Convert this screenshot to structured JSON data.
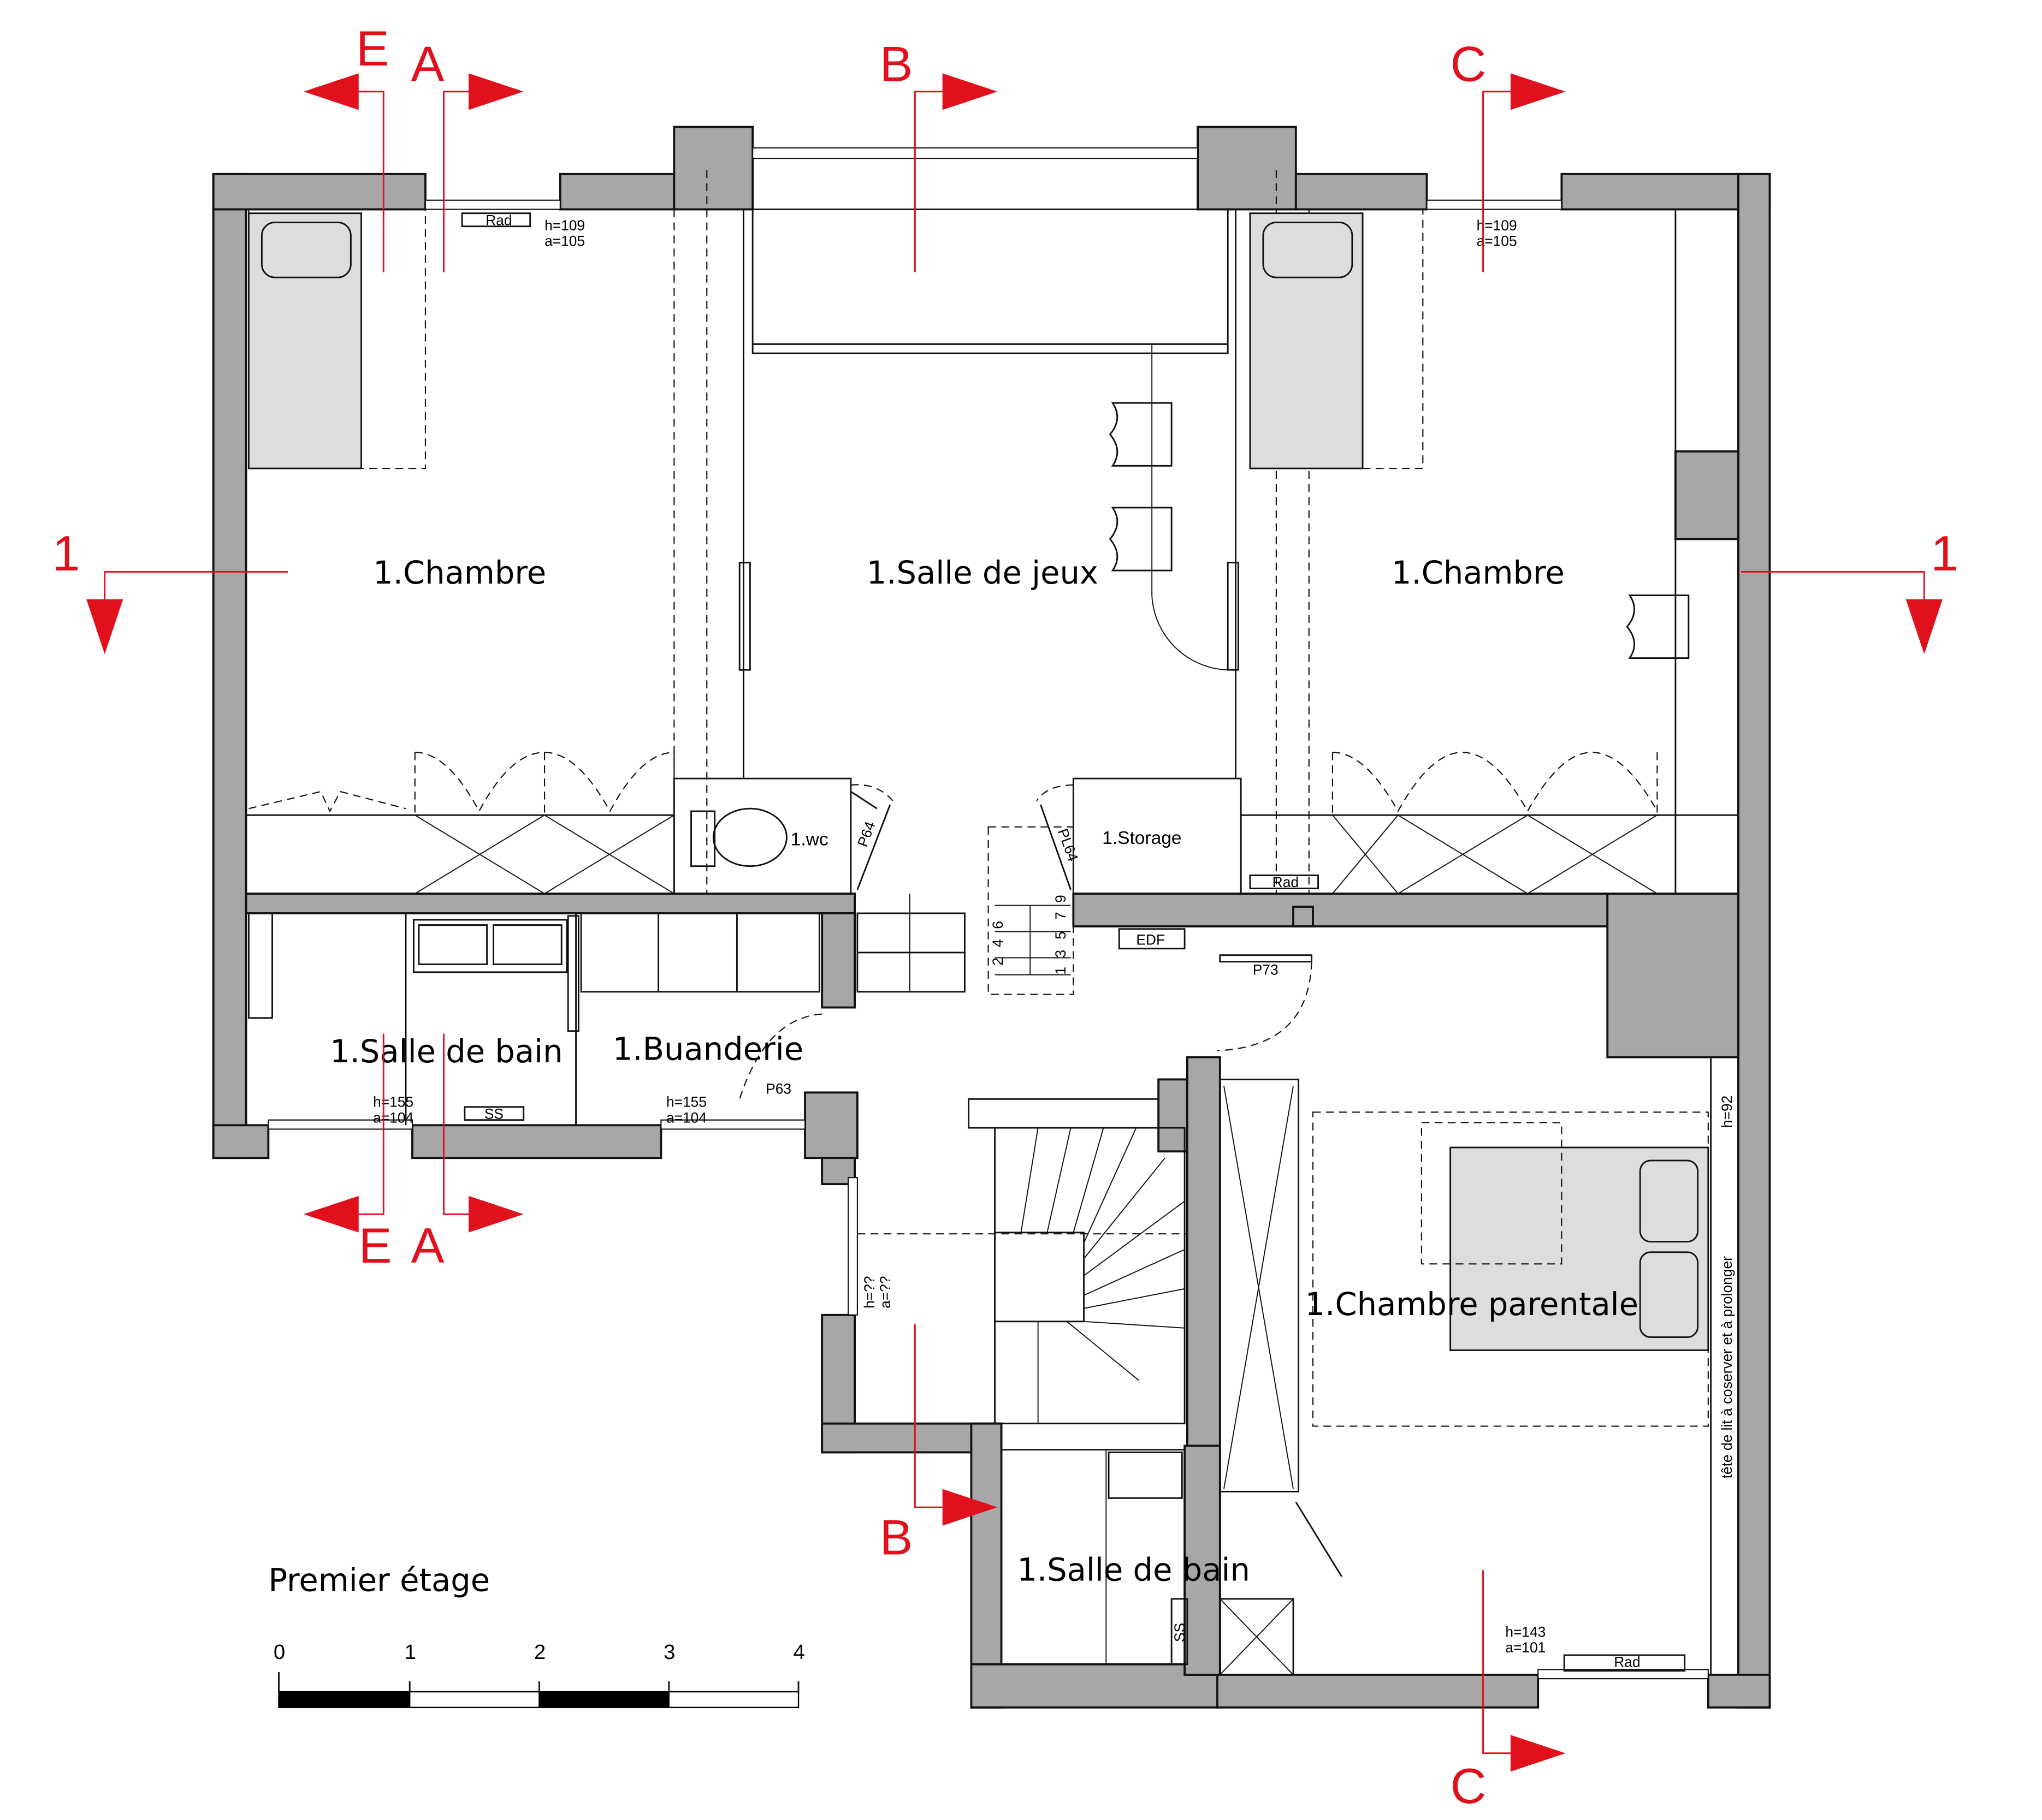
{
  "plan": {
    "title": "Premier étage",
    "rooms": {
      "chambre_left": "1.Chambre",
      "salle_de_jeux": "1.Salle de jeux",
      "chambre_right": "1.Chambre",
      "wc": "1.wc",
      "storage": "1.Storage",
      "salle_de_bain_left": "1.Salle de bain",
      "buanderie": "1.Buanderie",
      "chambre_parentale": "1.Chambre parentale",
      "salle_de_bain_bottom": "1.Salle de bain"
    },
    "annotations": {
      "win_left_h": "h=109",
      "win_left_a": "a=105",
      "win_right_h": "h=109",
      "win_right_a": "a=105",
      "win_sdb_h": "h=155",
      "win_sdb_a": "a=104",
      "win_buand_h": "h=155",
      "win_buand_a": "a=104",
      "win_stair_h": "h=??",
      "win_stair_a": "a=??",
      "win_parent_h": "h=143",
      "win_parent_a": "a=101",
      "headboard_h": "h=92",
      "headboard_note": "tête de lit à coserver et à prolonger",
      "rad": "Rad",
      "ss": "SS",
      "edf": "EDF",
      "door_p73": "P73",
      "door_p63": "P63",
      "door_p64": "P64",
      "door_pl64": "PL64"
    },
    "stair_steps": [
      "1",
      "2",
      "3",
      "4",
      "5",
      "6",
      "7",
      "9"
    ],
    "sections": {
      "a": "A",
      "b": "B",
      "c": "C",
      "e": "E",
      "one": "1"
    },
    "scale_bar": {
      "ticks": [
        "0",
        "1",
        "2",
        "3",
        "4"
      ],
      "unit": "m"
    },
    "colors": {
      "section": "#e0101c",
      "wall": "#a7a7a7",
      "furniture": "#dddddd"
    }
  }
}
